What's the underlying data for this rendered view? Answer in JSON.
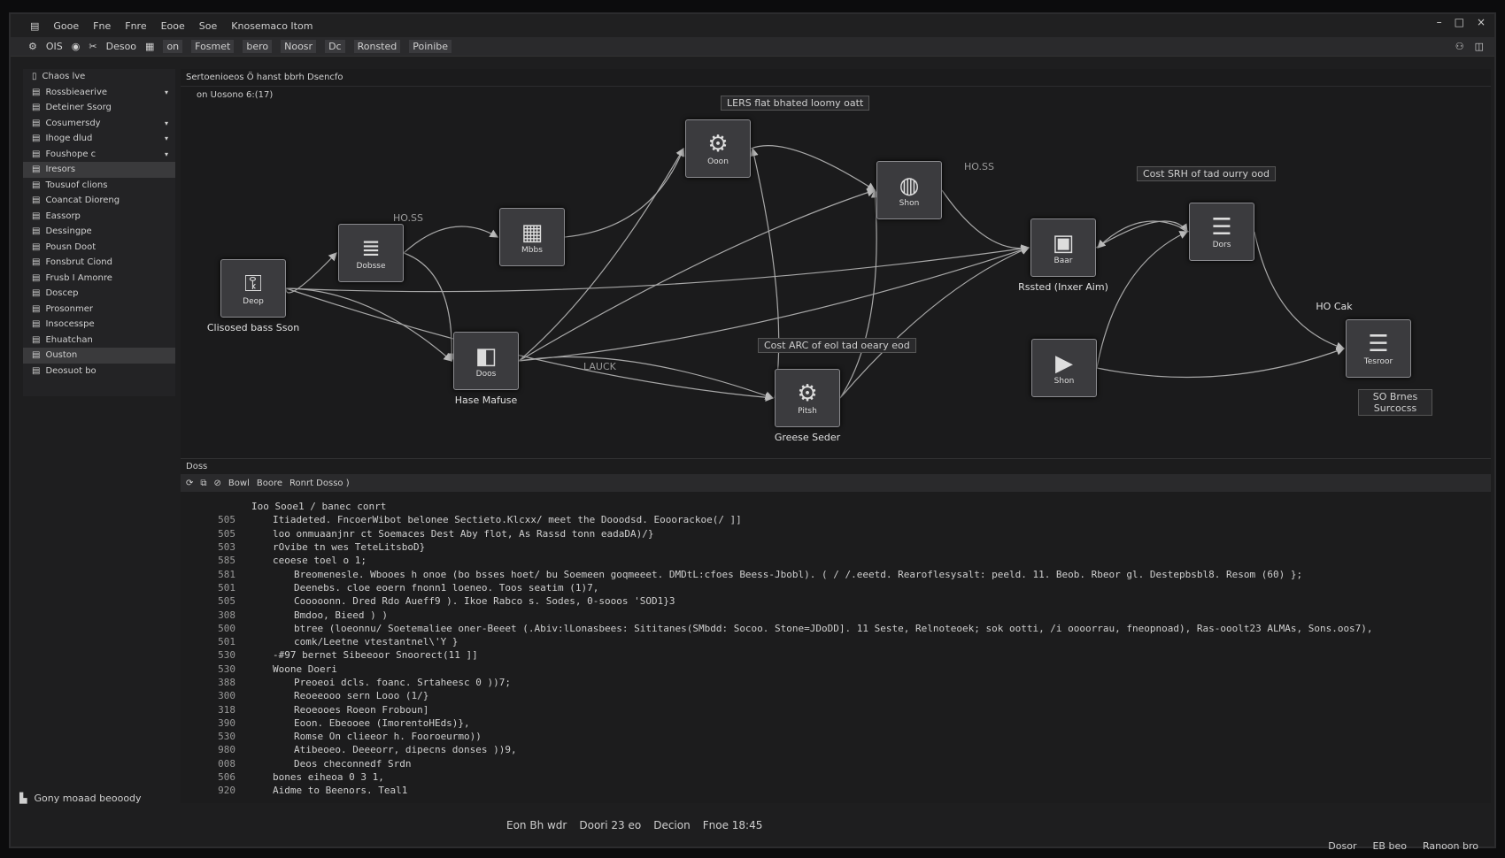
{
  "menu": {
    "items": [
      "Gooe",
      "Fne",
      "Fnre",
      "Eooe",
      "Soe",
      "Knosemaco Itom"
    ]
  },
  "window_controls": [
    "–",
    "□",
    "×"
  ],
  "toolbar": {
    "items": [
      "OIS",
      "Desoo",
      "on",
      "Fosmet",
      "bero",
      "Noosr",
      "Dc",
      "Ronsted",
      "Poinibe"
    ]
  },
  "sidebar": {
    "header": "Chaos lve",
    "items": [
      {
        "label": "Rossbieaerive",
        "chev": true
      },
      {
        "label": "Deteiner Ssorg"
      },
      {
        "label": "Cosumersdy",
        "chev": true
      },
      {
        "label": "Ihoge dlud",
        "chev": true
      },
      {
        "label": "Foushope c",
        "chev": true
      },
      {
        "label": "Iresors",
        "selected": true
      },
      {
        "label": "Tousuof clions"
      },
      {
        "label": "Coancat Dioreng"
      },
      {
        "label": "Eassorp"
      },
      {
        "label": "Dessingpe"
      },
      {
        "label": "Pousn Doot"
      },
      {
        "label": "Fonsbrut Ciond"
      },
      {
        "label": "Frusb I Amonre"
      },
      {
        "label": "Doscep"
      },
      {
        "label": "Prosonmer"
      },
      {
        "label": "Insocesspe"
      },
      {
        "label": "Ehuatchan"
      },
      {
        "label": "Ouston",
        "selected": true
      },
      {
        "label": "Deosuot bo"
      }
    ]
  },
  "main": {
    "breadcrumb": "Sertoenioeos Ö hanst bbrh Dsencfo",
    "subtitle": "on Uosono 6:(17)"
  },
  "graph": {
    "nodes": [
      {
        "id": "a",
        "icon": "key-icon",
        "glyph": "⚿",
        "tag": "Deop",
        "label": "Clisosed bass Sson"
      },
      {
        "id": "b",
        "icon": "database-icon",
        "glyph": "≣",
        "tag": "Dobsse",
        "label": ""
      },
      {
        "id": "c",
        "icon": "table-icon",
        "glyph": "▦",
        "tag": "Mbbs",
        "label": ""
      },
      {
        "id": "d",
        "icon": "cloud-icon",
        "glyph": "⚙",
        "tag": "Ooon",
        "label": ""
      },
      {
        "id": "e",
        "icon": "globe-icon",
        "glyph": "◍",
        "tag": "Shon",
        "label": ""
      },
      {
        "id": "f",
        "icon": "server-icon",
        "glyph": "▣",
        "tag": "Baar",
        "label": "Rssted (Inxer Aim)"
      },
      {
        "id": "g",
        "icon": "list-icon",
        "glyph": "☰",
        "tag": "Dors",
        "label": ""
      },
      {
        "id": "h",
        "icon": "list-icon",
        "glyph": "☰",
        "tag": "Tesroor",
        "label": "HO Cak"
      },
      {
        "id": "i",
        "icon": "video-icon",
        "glyph": "▶",
        "tag": "Shon",
        "label": ""
      },
      {
        "id": "j",
        "icon": "gear-icon",
        "glyph": "⚙",
        "tag": "Pitsh",
        "label": "Greese Seder"
      },
      {
        "id": "k",
        "icon": "camera-icon",
        "glyph": "◧",
        "tag": "Doos",
        "label": "Hase Mafuse"
      }
    ],
    "edges": [
      [
        "a",
        "b"
      ],
      [
        "b",
        "c"
      ],
      [
        "c",
        "d"
      ],
      [
        "d",
        "e"
      ],
      [
        "e",
        "f"
      ],
      [
        "f",
        "g"
      ],
      [
        "g",
        "h"
      ],
      [
        "a",
        "k"
      ],
      [
        "a",
        "j"
      ],
      [
        "k",
        "j"
      ],
      [
        "k",
        "d"
      ],
      [
        "k",
        "e"
      ],
      [
        "k",
        "f"
      ],
      [
        "j",
        "f"
      ],
      [
        "j",
        "e"
      ],
      [
        "i",
        "g"
      ],
      [
        "i",
        "h"
      ],
      [
        "b",
        "k"
      ],
      [
        "a",
        "f"
      ],
      [
        "g",
        "f"
      ],
      [
        "j",
        "d"
      ]
    ],
    "edge_labels": [
      "HO.SS",
      "HO.SS",
      "LAUCK"
    ],
    "callouts": [
      "LERS flat bhated loomy oatt",
      "Cost SRH of tad ourry ood",
      "Cost ARC of eol tad oeary eod"
    ],
    "note": "SO Brnes Surcocss"
  },
  "panel": {
    "title": "Doss",
    "tabs": [
      "Bowl",
      "Boore",
      "Ronrt Dosso )"
    ],
    "lines": [
      {
        "n": "",
        "t": "Ioo Sooe1 / banec conrt",
        "i": 0
      },
      {
        "n": "505",
        "t": "Itiadeted. FncoerWibot belonee Sectieto.Klcxx/ meet the Dooodsd. Eooorackoe(/ ]]",
        "i": 1
      },
      {
        "n": "505",
        "t": "loo onmuaanjnr ct Soemaces Dest Aby flot, As Rassd tonn eadaDA)/}",
        "i": 1
      },
      {
        "n": "503",
        "t": "rOvibe tn wes TeteLitsboD}",
        "i": 1
      },
      {
        "n": "585",
        "t": "ceoese toel o 1;",
        "i": 1
      },
      {
        "n": "581",
        "t": "Breomenesle. Wbooes h onoe (bo bsses hoet/ bu Soemeen goqmeeet. DMDtL:cfoes Beess-Jbobl). ( / /.eeetd. Rearoflesysalt: peeld. 11. Beob. Rbeor gl. Destepbsbl8. Resom (60) };",
        "i": 2
      },
      {
        "n": "501",
        "t": "Deenebs. cloe eoern fnonn1 loeneo. Toos seatim (1)7,",
        "i": 2
      },
      {
        "n": "505",
        "t": "Cooooonn. Dred Rdo Aueff9 ). Ikoe Rabco s. Sodes, 0-sooos 'SOD1}3",
        "i": 2
      },
      {
        "n": "308",
        "t": "Bmdoo, Bieed ) )",
        "i": 2
      },
      {
        "n": "500",
        "t": "btree (loeonnu/ Soetemaliee oner-Beeet (.Abiv:lLonasbees: Sititanes(SMbdd: Socoo. Stone=JDoDD]. 11 Seste, Relnoteoek; sok ootti, /i oooorrau, fneopnoad), Ras-ooolt23 ALMAs, Sons.oos7),",
        "i": 2
      },
      {
        "n": "501",
        "t": "comk/Leetne vtestantnel\\'Y }",
        "i": 2
      },
      {
        "n": "530",
        "t": "-#97 bernet Sibeeoor Snoorect(11 ]]",
        "i": 1
      },
      {
        "n": "530",
        "t": "Woone Doeri",
        "i": 1
      },
      {
        "n": "388",
        "t": "Preoeoi dcls. foanc. Srtaheesc 0 ))7;",
        "i": 2
      },
      {
        "n": "300",
        "t": "Reoeeooo sern Looo (1/}",
        "i": 2
      },
      {
        "n": "318",
        "t": "Reoeooes Roeon Froboun]",
        "i": 2
      },
      {
        "n": "390",
        "t": "Eoon. Ebeooee (ImorentoHEds)},",
        "i": 2
      },
      {
        "n": "530",
        "t": "Romse On clieeor h. Fooroeurmo))",
        "i": 2
      },
      {
        "n": "980",
        "t": "Atibeoeo. Deeeorr, dipecns donses ))9,",
        "i": 2
      },
      {
        "n": "008",
        "t": "Deos checonnedf Srdn",
        "i": 2
      },
      {
        "n": "506",
        "t": "bones eiheoa 0 3 1,",
        "i": 1
      },
      {
        "n": "920",
        "t": "Aidme to Beenors. Teal1",
        "i": 1
      }
    ]
  },
  "status_left": "Gony moaad beooody",
  "status": [
    "Eon Bh wdr",
    "Doori 23 eo",
    "Decion",
    "Fnoe 18:45"
  ],
  "status_right": [
    "Dosor",
    "EB beo",
    "Ranoon bro"
  ]
}
